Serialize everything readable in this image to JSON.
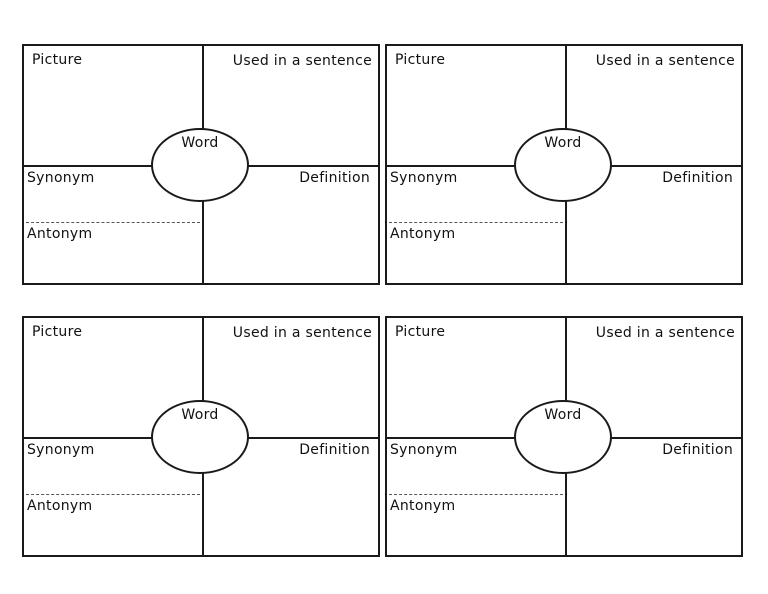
{
  "cards": [
    {
      "picture": "Picture",
      "sentence": "Used in a sentence",
      "word": "Word",
      "synonym": "Synonym",
      "definition": "Definition",
      "antonym": "Antonym"
    },
    {
      "picture": "Picture",
      "sentence": "Used in a sentence",
      "word": "Word",
      "synonym": "Synonym",
      "definition": "Definition",
      "antonym": "Antonym"
    },
    {
      "picture": "Picture",
      "sentence": "Used in a sentence",
      "word": "Word",
      "synonym": "Synonym",
      "definition": "Definition",
      "antonym": "Antonym"
    },
    {
      "picture": "Picture",
      "sentence": "Used in a sentence",
      "word": "Word",
      "synonym": "Synonym",
      "definition": "Definition",
      "antonym": "Antonym"
    }
  ]
}
